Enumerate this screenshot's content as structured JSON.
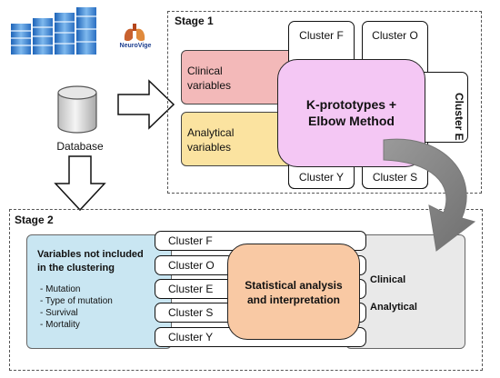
{
  "logo": {
    "brand": "NeuroVige"
  },
  "stage1": {
    "label": "Stage 1",
    "clinical": [
      "Clinical",
      "variables"
    ],
    "analytical": [
      "Analytical",
      "variables"
    ],
    "method": [
      "K-prototypes +",
      "Elbow Method"
    ],
    "clusters": {
      "f": "Cluster F",
      "o": "Cluster O",
      "e": "Cluster E",
      "y": "Cluster Y",
      "s": "Cluster S"
    }
  },
  "database": {
    "label": "Database"
  },
  "stage2": {
    "label": "Stage 2",
    "not_included_title": [
      "Variables not included",
      "in the clustering"
    ],
    "not_included_items": [
      "- Mutation",
      "- Type of mutation",
      "- Survival",
      "- Mortality"
    ],
    "clusters": [
      "Cluster F",
      "Cluster O",
      "Cluster E",
      "Cluster S",
      "Cluster Y"
    ],
    "analysis": [
      "Statistical analysis",
      "and interpretation"
    ],
    "right_labels": [
      "Clinical",
      "Analytical"
    ]
  },
  "colors": {
    "clinical": "#f3b9b9",
    "analytical": "#fbe3a0",
    "method": "#f4c7f4",
    "not_included": "#c9e6f2",
    "analysis": "#f9c9a4",
    "right_panel": "#e9e9e9",
    "curved_arrow": "#8a8a8a"
  }
}
